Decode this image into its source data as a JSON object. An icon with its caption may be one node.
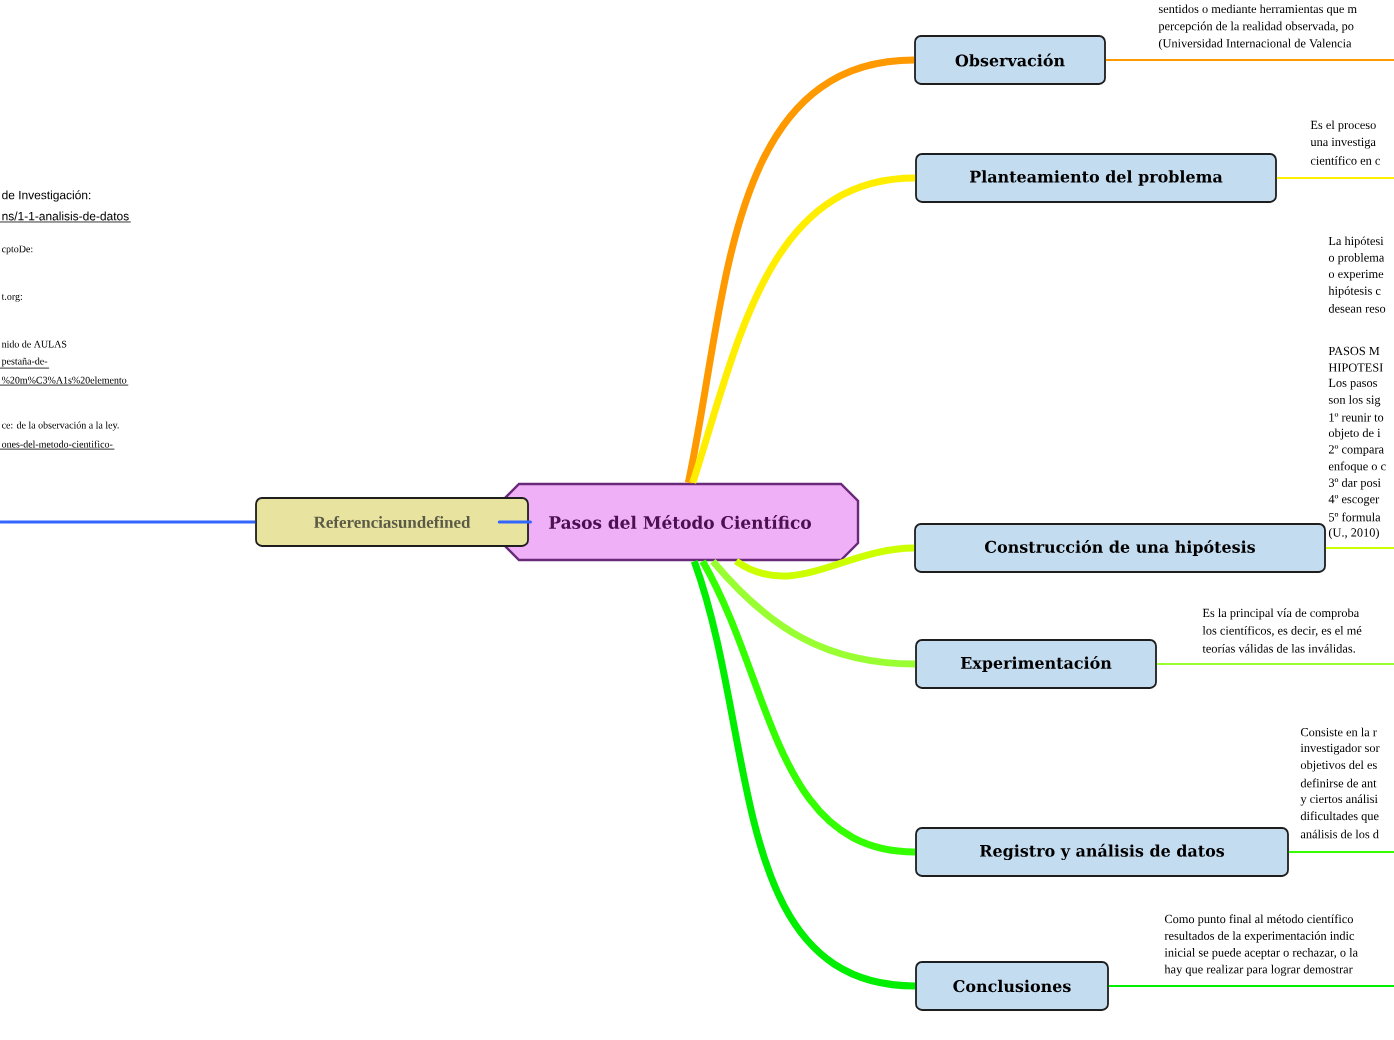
{
  "diagram": {
    "nodes": [
      {
        "text": [
          "Pasos del Método Científico"
        ]
      },
      {
        "text": [
          "Observación"
        ],
        "beside": [
          "sentidos o mediante herramientas que m",
          "percepción de la realidad observada, po",
          "(Universidad Internacional de Valencia"
        ]
      },
      {
        "text": [
          "Planteamiento del problema"
        ],
        "beside": [
          "Es el proceso",
          "una investiga",
          "científico en c"
        ]
      },
      {
        "text": [
          "Construcción de una hipótesis"
        ],
        "beside": [
          "La hipótesi",
          "o problema",
          "o experime",
          "hipótesis c",
          "desean reso",
          "PASOS M",
          "HIPOTESI",
          "Los pasos",
          "son los sig",
          "1º reunir to",
          "objeto de i",
          "2º compara",
          "enfoque o c",
          "3º dar posi",
          "4º escoger",
          "5º formula",
          "(U., 2010)"
        ]
      },
      {
        "text": [
          "Experimentación"
        ],
        "beside": [
          "Es la principal vía de comproba",
          "los científicos, es decir, es el mé",
          "teorías válidas de las inválidas."
        ]
      },
      {
        "text": [
          "Registro y análisis de datos"
        ],
        "beside": [
          "Consiste en la r",
          "investigador sor",
          "objetivos del es",
          "definirse de ant",
          "y ciertos análisi",
          "dificultades que",
          "análisis de los d"
        ]
      },
      {
        "text": [
          "Conclusiones"
        ],
        "beside": [
          "Como punto final al método científico",
          "resultados de la experimentación indic",
          "inicial se puede aceptar o rechazar, o la",
          "hay que realizar para lograr demostrar"
        ]
      },
      {
        "text": [
          "Referenciasundefined"
        ]
      }
    ],
    "edges": [
      {
        "from": 0,
        "to": 1,
        "arrow": "none",
        "color": "#ff9900"
      },
      {
        "from": 0,
        "to": 2,
        "arrow": "none",
        "color": "#ffee00"
      },
      {
        "from": 0,
        "to": 3,
        "arrow": "none",
        "color": "#ccff00"
      },
      {
        "from": 0,
        "to": 4,
        "arrow": "none",
        "color": "#99ff33"
      },
      {
        "from": 0,
        "to": 5,
        "arrow": "none",
        "color": "#33ff00"
      },
      {
        "from": 0,
        "to": 6,
        "arrow": "none",
        "color": "#00ee00"
      },
      {
        "from": 0,
        "to": 7,
        "arrow": "none",
        "color": "#3366ff"
      }
    ],
    "labels": [
      "de Investigación:",
      "ns/1-1-analisis-de-datos",
      "cptoDe:",
      "t.org:",
      "nido de AULAS",
      "pestaña-de-",
      "%20m%C3%A1s%20elemento",
      "ce: de la observación a la ley.",
      "ones-del-metodo-cientifico-"
    ]
  }
}
